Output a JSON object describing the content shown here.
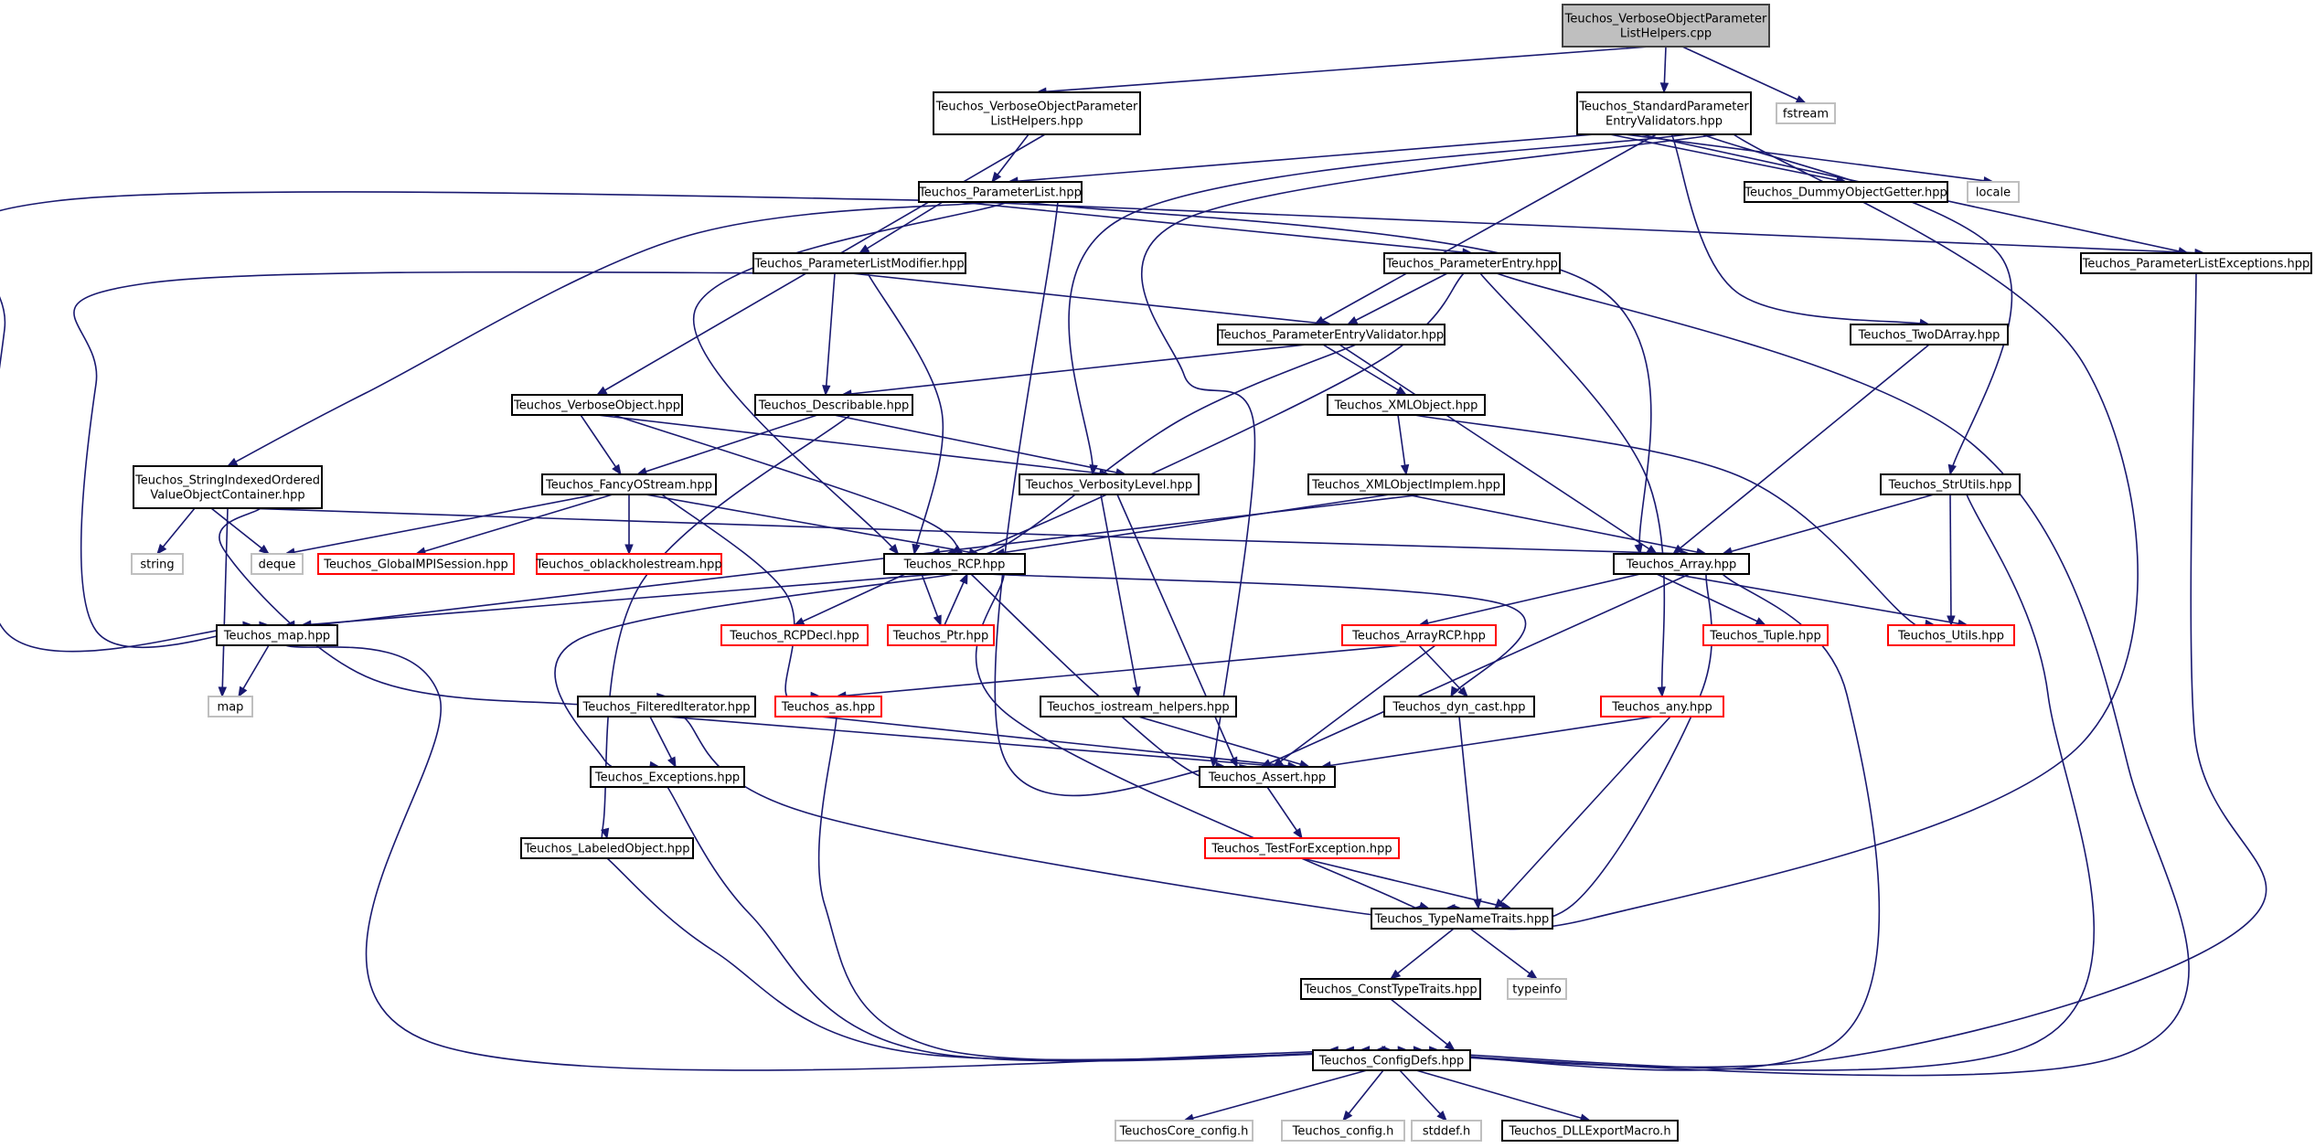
{
  "diagram": {
    "colors": {
      "edge": "#191970",
      "root_fill": "#bfbfbf",
      "normal_border": "#000000",
      "truncated_border": "#ff0000",
      "system_border": "#bfbfbf",
      "background": "#ffffff"
    },
    "nodes": [
      {
        "id": "root",
        "lines": [
          "Teuchos_VerboseObjectParameter",
          "ListHelpers.cpp"
        ],
        "kind": "root"
      },
      {
        "id": "vopl_hpp",
        "lines": [
          "Teuchos_VerboseObjectParameter",
          "ListHelpers.hpp"
        ],
        "kind": "normal"
      },
      {
        "id": "std_param_validators",
        "lines": [
          "Teuchos_StandardParameter",
          "EntryValidators.hpp"
        ],
        "kind": "normal"
      },
      {
        "id": "fstream",
        "lines": [
          "fstream"
        ],
        "kind": "system"
      },
      {
        "id": "param_list",
        "lines": [
          "Teuchos_ParameterList.hpp"
        ],
        "kind": "normal"
      },
      {
        "id": "dummy_getter",
        "lines": [
          "Teuchos_DummyObjectGetter.hpp"
        ],
        "kind": "normal"
      },
      {
        "id": "locale",
        "lines": [
          "locale"
        ],
        "kind": "system"
      },
      {
        "id": "param_list_modifier",
        "lines": [
          "Teuchos_ParameterListModifier.hpp"
        ],
        "kind": "normal"
      },
      {
        "id": "param_entry",
        "lines": [
          "Teuchos_ParameterEntry.hpp"
        ],
        "kind": "normal"
      },
      {
        "id": "param_list_exceptions",
        "lines": [
          "Teuchos_ParameterListExceptions.hpp"
        ],
        "kind": "normal"
      },
      {
        "id": "param_entry_validator",
        "lines": [
          "Teuchos_ParameterEntryValidator.hpp"
        ],
        "kind": "normal"
      },
      {
        "id": "two_d_array",
        "lines": [
          "Teuchos_TwoDArray.hpp"
        ],
        "kind": "normal"
      },
      {
        "id": "verbose_object",
        "lines": [
          "Teuchos_VerboseObject.hpp"
        ],
        "kind": "normal"
      },
      {
        "id": "describable",
        "lines": [
          "Teuchos_Describable.hpp"
        ],
        "kind": "normal"
      },
      {
        "id": "xml_object",
        "lines": [
          "Teuchos_XMLObject.hpp"
        ],
        "kind": "normal"
      },
      {
        "id": "string_indexed",
        "lines": [
          "Teuchos_StringIndexedOrdered",
          "ValueObjectContainer.hpp"
        ],
        "kind": "normal"
      },
      {
        "id": "fancy_ostream",
        "lines": [
          "Teuchos_FancyOStream.hpp"
        ],
        "kind": "normal"
      },
      {
        "id": "verbosity_level",
        "lines": [
          "Teuchos_VerbosityLevel.hpp"
        ],
        "kind": "normal"
      },
      {
        "id": "xml_object_implem",
        "lines": [
          "Teuchos_XMLObjectImplem.hpp"
        ],
        "kind": "normal"
      },
      {
        "id": "str_utils",
        "lines": [
          "Teuchos_StrUtils.hpp"
        ],
        "kind": "normal"
      },
      {
        "id": "string",
        "lines": [
          "string"
        ],
        "kind": "system"
      },
      {
        "id": "deque",
        "lines": [
          "deque"
        ],
        "kind": "system"
      },
      {
        "id": "global_mpi",
        "lines": [
          "Teuchos_GlobalMPISession.hpp"
        ],
        "kind": "truncated"
      },
      {
        "id": "oblackhole",
        "lines": [
          "Teuchos_oblackholestream.hpp"
        ],
        "kind": "truncated"
      },
      {
        "id": "rcp",
        "lines": [
          "Teuchos_RCP.hpp"
        ],
        "kind": "normal"
      },
      {
        "id": "array",
        "lines": [
          "Teuchos_Array.hpp"
        ],
        "kind": "normal"
      },
      {
        "id": "map_hpp",
        "lines": [
          "Teuchos_map.hpp"
        ],
        "kind": "normal"
      },
      {
        "id": "rcp_decl",
        "lines": [
          "Teuchos_RCPDecl.hpp"
        ],
        "kind": "truncated"
      },
      {
        "id": "ptr",
        "lines": [
          "Teuchos_Ptr.hpp"
        ],
        "kind": "truncated"
      },
      {
        "id": "array_rcp",
        "lines": [
          "Teuchos_ArrayRCP.hpp"
        ],
        "kind": "truncated"
      },
      {
        "id": "tuple",
        "lines": [
          "Teuchos_Tuple.hpp"
        ],
        "kind": "truncated"
      },
      {
        "id": "utils",
        "lines": [
          "Teuchos_Utils.hpp"
        ],
        "kind": "truncated"
      },
      {
        "id": "map",
        "lines": [
          "map"
        ],
        "kind": "system"
      },
      {
        "id": "filtered_iterator",
        "lines": [
          "Teuchos_FilteredIterator.hpp"
        ],
        "kind": "normal"
      },
      {
        "id": "as_hpp",
        "lines": [
          "Teuchos_as.hpp"
        ],
        "kind": "truncated"
      },
      {
        "id": "iostream_helpers",
        "lines": [
          "Teuchos_iostream_helpers.hpp"
        ],
        "kind": "normal"
      },
      {
        "id": "dyn_cast",
        "lines": [
          "Teuchos_dyn_cast.hpp"
        ],
        "kind": "normal"
      },
      {
        "id": "any",
        "lines": [
          "Teuchos_any.hpp"
        ],
        "kind": "truncated"
      },
      {
        "id": "exceptions",
        "lines": [
          "Teuchos_Exceptions.hpp"
        ],
        "kind": "normal"
      },
      {
        "id": "assert",
        "lines": [
          "Teuchos_Assert.hpp"
        ],
        "kind": "normal"
      },
      {
        "id": "labeled_object",
        "lines": [
          "Teuchos_LabeledObject.hpp"
        ],
        "kind": "normal"
      },
      {
        "id": "test_for_exception",
        "lines": [
          "Teuchos_TestForException.hpp"
        ],
        "kind": "truncated"
      },
      {
        "id": "type_name_traits",
        "lines": [
          "Teuchos_TypeNameTraits.hpp"
        ],
        "kind": "normal"
      },
      {
        "id": "const_type_traits",
        "lines": [
          "Teuchos_ConstTypeTraits.hpp"
        ],
        "kind": "normal"
      },
      {
        "id": "typeinfo",
        "lines": [
          "typeinfo"
        ],
        "kind": "system"
      },
      {
        "id": "config_defs",
        "lines": [
          "Teuchos_ConfigDefs.hpp"
        ],
        "kind": "normal"
      },
      {
        "id": "teuchoscore_config",
        "lines": [
          "TeuchosCore_config.h"
        ],
        "kind": "system"
      },
      {
        "id": "teuchos_config",
        "lines": [
          "Teuchos_config.h"
        ],
        "kind": "system"
      },
      {
        "id": "stddef",
        "lines": [
          "stddef.h"
        ],
        "kind": "system"
      },
      {
        "id": "dll_export",
        "lines": [
          "Teuchos_DLLExportMacro.h"
        ],
        "kind": "normal"
      }
    ],
    "edges": [
      [
        "root",
        "vopl_hpp"
      ],
      [
        "root",
        "std_param_validators"
      ],
      [
        "root",
        "fstream"
      ],
      [
        "vopl_hpp",
        "param_list"
      ],
      [
        "vopl_hpp",
        "verbose_object"
      ],
      [
        "std_param_validators",
        "param_list"
      ],
      [
        "std_param_validators",
        "dummy_getter"
      ],
      [
        "std_param_validators",
        "locale"
      ],
      [
        "std_param_validators",
        "param_list_exceptions"
      ],
      [
        "std_param_validators",
        "param_entry_validator"
      ],
      [
        "std_param_validators",
        "two_d_array"
      ],
      [
        "std_param_validators",
        "verbosity_level"
      ],
      [
        "std_param_validators",
        "str_utils"
      ],
      [
        "std_param_validators",
        "assert"
      ],
      [
        "std_param_validators",
        "type_name_traits"
      ],
      [
        "param_list",
        "param_list_modifier"
      ],
      [
        "param_list",
        "param_entry"
      ],
      [
        "param_list",
        "param_list_exceptions"
      ],
      [
        "param_list",
        "string_indexed"
      ],
      [
        "param_list",
        "rcp"
      ],
      [
        "param_list",
        "array"
      ],
      [
        "param_list",
        "map_hpp"
      ],
      [
        "param_list",
        "assert"
      ],
      [
        "param_list_modifier",
        "describable"
      ],
      [
        "param_list_modifier",
        "param_entry_validator"
      ],
      [
        "param_list_modifier",
        "rcp"
      ],
      [
        "param_list_modifier",
        "map_hpp"
      ],
      [
        "param_entry",
        "param_entry_validator"
      ],
      [
        "param_entry",
        "rcp"
      ],
      [
        "param_entry",
        "any"
      ],
      [
        "param_entry",
        "config_defs"
      ],
      [
        "param_entry_validator",
        "describable"
      ],
      [
        "param_entry_validator",
        "xml_object"
      ],
      [
        "param_entry_validator",
        "array"
      ],
      [
        "param_entry_validator",
        "rcp"
      ],
      [
        "param_list_exceptions",
        "config_defs"
      ],
      [
        "two_d_array",
        "array"
      ],
      [
        "verbose_object",
        "fancy_ostream"
      ],
      [
        "verbose_object",
        "verbosity_level"
      ],
      [
        "verbose_object",
        "rcp"
      ],
      [
        "describable",
        "fancy_ostream"
      ],
      [
        "describable",
        "verbosity_level"
      ],
      [
        "describable",
        "labeled_object"
      ],
      [
        "xml_object",
        "xml_object_implem"
      ],
      [
        "xml_object",
        "utils"
      ],
      [
        "string_indexed",
        "string"
      ],
      [
        "string_indexed",
        "deque"
      ],
      [
        "string_indexed",
        "map"
      ],
      [
        "string_indexed",
        "array"
      ],
      [
        "string_indexed",
        "filtered_iterator"
      ],
      [
        "fancy_ostream",
        "deque"
      ],
      [
        "fancy_ostream",
        "global_mpi"
      ],
      [
        "fancy_ostream",
        "oblackhole"
      ],
      [
        "fancy_ostream",
        "rcp"
      ],
      [
        "fancy_ostream",
        "as_hpp"
      ],
      [
        "verbosity_level",
        "iostream_helpers"
      ],
      [
        "verbosity_level",
        "assert"
      ],
      [
        "xml_object_implem",
        "rcp"
      ],
      [
        "xml_object_implem",
        "array"
      ],
      [
        "xml_object_implem",
        "map_hpp"
      ],
      [
        "str_utils",
        "array"
      ],
      [
        "str_utils",
        "utils"
      ],
      [
        "str_utils",
        "config_defs"
      ],
      [
        "rcp",
        "rcp_decl"
      ],
      [
        "rcp",
        "ptr"
      ],
      [
        "rcp",
        "map_hpp"
      ],
      [
        "rcp",
        "exceptions"
      ],
      [
        "rcp",
        "assert"
      ],
      [
        "rcp",
        "dyn_cast"
      ],
      [
        "rcp",
        "type_name_traits"
      ],
      [
        "ptr",
        "rcp"
      ],
      [
        "array",
        "array_rcp"
      ],
      [
        "array",
        "tuple"
      ],
      [
        "array",
        "utils"
      ],
      [
        "array",
        "assert"
      ],
      [
        "array",
        "type_name_traits"
      ],
      [
        "array",
        "config_defs"
      ],
      [
        "array_rcp",
        "as_hpp"
      ],
      [
        "array_rcp",
        "dyn_cast"
      ],
      [
        "array_rcp",
        "assert"
      ],
      [
        "map_hpp",
        "map"
      ],
      [
        "map_hpp",
        "config_defs"
      ],
      [
        "filtered_iterator",
        "exceptions"
      ],
      [
        "filtered_iterator",
        "assert"
      ],
      [
        "filtered_iterator",
        "type_name_traits"
      ],
      [
        "as_hpp",
        "assert"
      ],
      [
        "as_hpp",
        "config_defs"
      ],
      [
        "iostream_helpers",
        "assert"
      ],
      [
        "dyn_cast",
        "type_name_traits"
      ],
      [
        "any",
        "assert"
      ],
      [
        "any",
        "type_name_traits"
      ],
      [
        "exceptions",
        "config_defs"
      ],
      [
        "assert",
        "test_for_exception"
      ],
      [
        "labeled_object",
        "config_defs"
      ],
      [
        "test_for_exception",
        "type_name_traits"
      ],
      [
        "type_name_traits",
        "const_type_traits"
      ],
      [
        "type_name_traits",
        "typeinfo"
      ],
      [
        "const_type_traits",
        "config_defs"
      ],
      [
        "config_defs",
        "teuchoscore_config"
      ],
      [
        "config_defs",
        "teuchos_config"
      ],
      [
        "config_defs",
        "stddef"
      ],
      [
        "config_defs",
        "dll_export"
      ]
    ]
  }
}
